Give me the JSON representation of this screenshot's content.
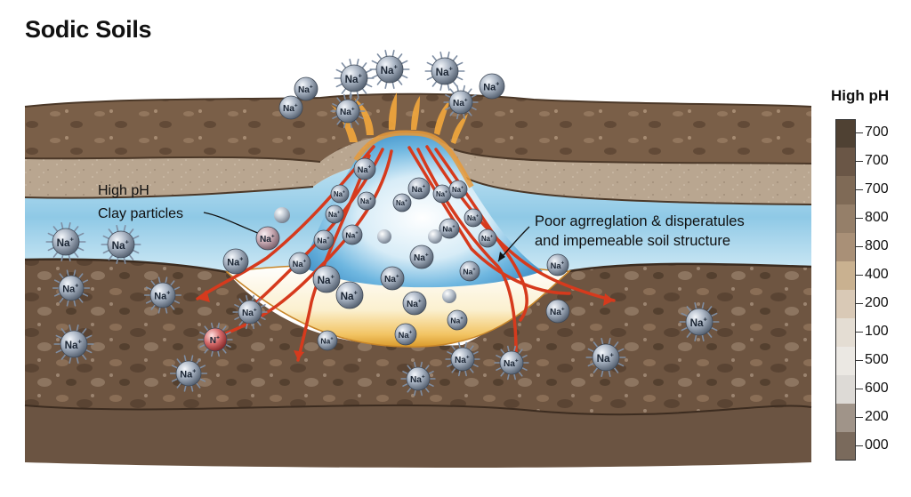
{
  "title": "Sodic Soils",
  "labels": {
    "high_ph": "High pH",
    "clay_particles": "Clay particles",
    "poor_aggregation_line1": "Poor agrreglation & disperatules",
    "poor_aggregation_line2": "and impemeable soil structure"
  },
  "ion": {
    "label": "Na",
    "charge": "+",
    "alt_label": "N"
  },
  "legend": {
    "title": "High pH",
    "items": [
      {
        "value": "700",
        "color": "#4f4133"
      },
      {
        "value": "700",
        "color": "#6a5646"
      },
      {
        "value": "700",
        "color": "#7f6a56"
      },
      {
        "value": "800",
        "color": "#957f69"
      },
      {
        "value": "800",
        "color": "#a99077"
      },
      {
        "value": "400",
        "color": "#c9b190"
      },
      {
        "value": "200",
        "color": "#d9c9b6"
      },
      {
        "value": "100",
        "color": "#e4ddd3"
      },
      {
        "value": "500",
        "color": "#ebe8e3"
      },
      {
        "value": "600",
        "color": "#dddad6"
      },
      {
        "value": "200",
        "color": "#a09489"
      },
      {
        "value": "000",
        "color": "#7a6a5c"
      }
    ]
  },
  "colors": {
    "topsoil": "#7a5f48",
    "sand_layer": "#b8a58f",
    "water_layer": "#9fd0e8",
    "subsoil": "#6e5541",
    "dispersion_glow": "#f0b54a",
    "channels": "#d93a1c",
    "ion": "#9aa6b6"
  }
}
